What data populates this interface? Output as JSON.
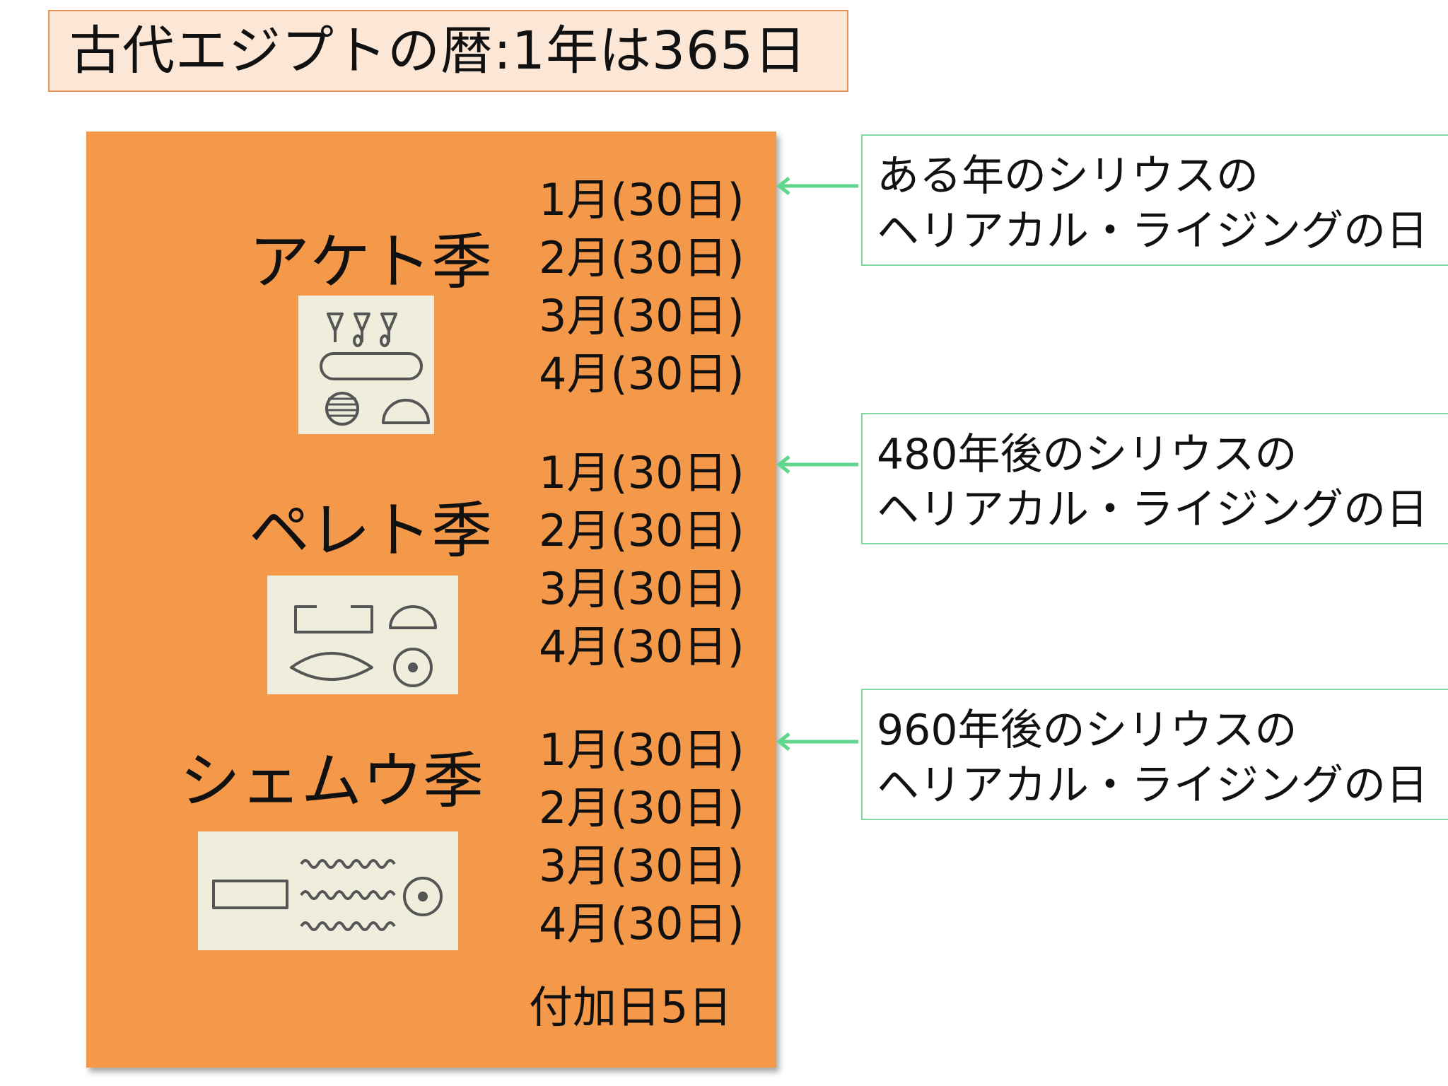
{
  "title": "古代エジプトの暦:1年は365日",
  "seasons": [
    {
      "name": "アケト季",
      "months": [
        "1月(30日)",
        "2月(30日)",
        "3月(30日)",
        "4月(30日)"
      ]
    },
    {
      "name": "ペレト季",
      "months": [
        "1月(30日)",
        "2月(30日)",
        "3月(30日)",
        "4月(30日)"
      ]
    },
    {
      "name": "シェムウ季",
      "months": [
        "1月(30日)",
        "2月(30日)",
        "3月(30日)",
        "4月(30日)"
      ]
    }
  ],
  "epagomenal": "付加日5日",
  "notes": [
    {
      "line1": "ある年のシリウスの",
      "line2": "ヘリアカル・ライジングの日"
    },
    {
      "line1": "480年後のシリウスの",
      "line2": "ヘリアカル・ライジングの日"
    },
    {
      "line1": "960年後のシリウスの",
      "line2": "ヘリアカル・ライジングの日"
    }
  ],
  "colors": {
    "panel": "#f4984a",
    "title_bg": "#fce6d6",
    "title_border": "#e8905a",
    "note_border": "#7fd9a0",
    "arrow": "#5fd68c",
    "glyph_bg": "#efeedc"
  }
}
